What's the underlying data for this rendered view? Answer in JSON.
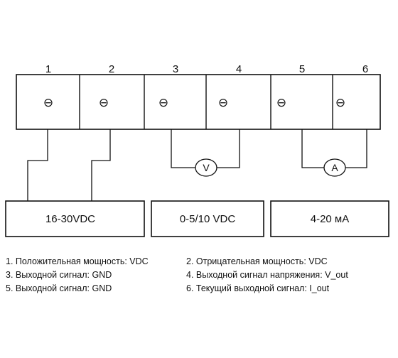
{
  "terminals": [
    {
      "number": "1",
      "symbol": "⊖"
    },
    {
      "number": "2",
      "symbol": "⊖"
    },
    {
      "number": "3",
      "symbol": "⊖"
    },
    {
      "number": "4",
      "symbol": "⊖"
    },
    {
      "number": "5",
      "symbol": "⊖"
    },
    {
      "number": "6",
      "symbol": "⊖"
    }
  ],
  "meters": {
    "voltmeter": "V",
    "ammeter": "A"
  },
  "supplies": [
    {
      "label": "16-30VDC"
    },
    {
      "label": "0-5/10 VDC"
    },
    {
      "label": "4-20 мА"
    }
  ],
  "legend": [
    "1. Положительная мощность: VDC",
    "2. Отрицательная мощность: VDC",
    "3. Выходной сигнал: GND",
    "4. Выходной сигнал напряжения: V_out",
    "5. Выходной сигнал: GND",
    "6. Текущий выходной сигнал: I_out"
  ]
}
